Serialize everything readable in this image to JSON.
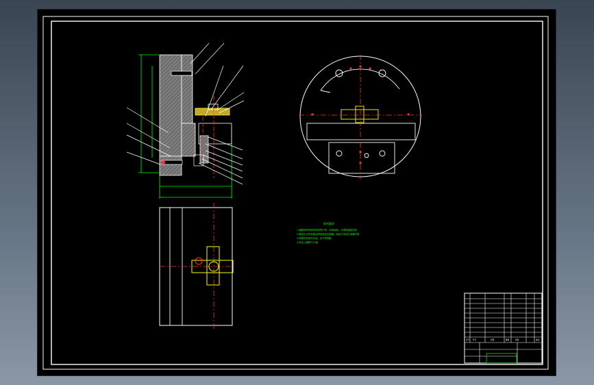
{
  "drawing": {
    "notes_title": "技术要求",
    "notes_lines": [
      "1.装配前所有零件须清洗干净，去除毛刺，不得有磕碰划伤",
      "2.各定位元件安装后须检验定位精度，保证工件定位准确可靠",
      "3.夹紧机构动作灵活，无卡滞现象",
      "4.未注公差按IT12级"
    ]
  },
  "title_block": {
    "header_labels": [
      "序号",
      "代号",
      "名称",
      "数量",
      "材料",
      "备注"
    ],
    "rows": 11
  },
  "colors": {
    "background": "#000000",
    "frame": "#ffffff",
    "green": "#00ff00",
    "red": "#ff0000",
    "yellow": "#ffff00",
    "hatch_gray": "#8c8c8c"
  }
}
